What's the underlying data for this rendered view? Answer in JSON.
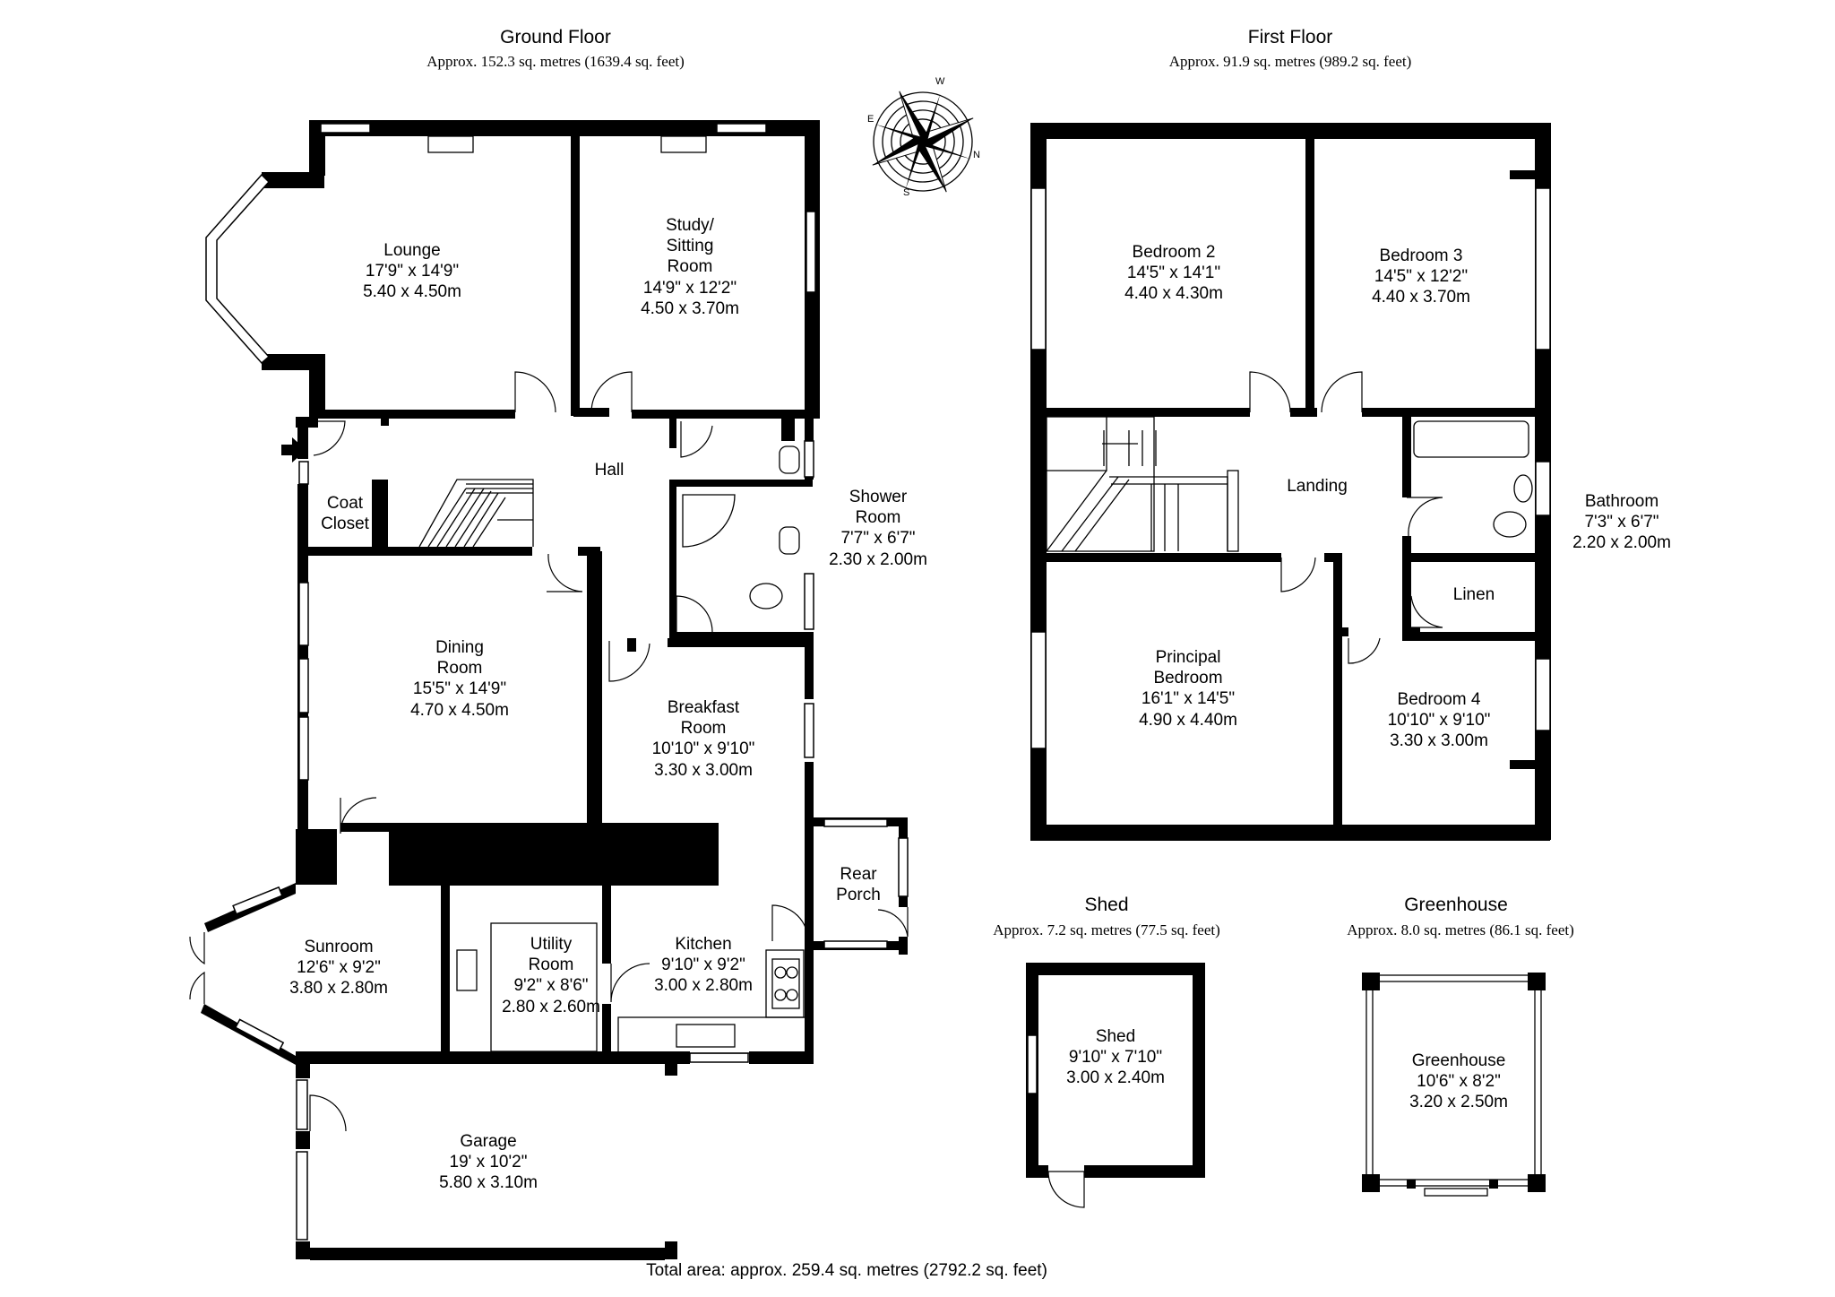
{
  "floors": {
    "ground": {
      "title": "Ground Floor",
      "area": "Approx. 152.3 sq. metres (1639.4 sq. feet)"
    },
    "first": {
      "title": "First Floor",
      "area": "Approx. 91.9 sq. metres (989.2 sq. feet)"
    },
    "shed": {
      "title": "Shed",
      "area": "Approx. 7.2 sq. metres (77.5 sq. feet)"
    },
    "greenhouse": {
      "title": "Greenhouse",
      "area": "Approx. 8.0 sq. metres (86.1 sq. feet)"
    }
  },
  "rooms": {
    "lounge": {
      "name": "Lounge",
      "imperial": "17'9\" x 14'9\"",
      "metric": "5.40 x 4.50m"
    },
    "study": {
      "name": "Study/\nSitting\nRoom",
      "imperial": "14'9\" x 12'2\"",
      "metric": "4.50 x 3.70m"
    },
    "hall": {
      "name": "Hall"
    },
    "coat_closet": {
      "name": "Coat\nCloset"
    },
    "shower_room": {
      "name": "Shower\nRoom",
      "imperial": "7'7\" x 6'7\"",
      "metric": "2.30 x 2.00m"
    },
    "dining": {
      "name": "Dining\nRoom",
      "imperial": "15'5\" x 14'9\"",
      "metric": "4.70 x 4.50m"
    },
    "breakfast": {
      "name": "Breakfast\nRoom",
      "imperial": "10'10\" x 9'10\"",
      "metric": "3.30 x 3.00m"
    },
    "rear_porch": {
      "name": "Rear\nPorch"
    },
    "sunroom": {
      "name": "Sunroom",
      "imperial": "12'6\" x 9'2\"",
      "metric": "3.80 x 2.80m"
    },
    "utility": {
      "name": "Utility\nRoom",
      "imperial": "9'2\" x 8'6\"",
      "metric": "2.80 x 2.60m"
    },
    "kitchen": {
      "name": "Kitchen",
      "imperial": "9'10\" x 9'2\"",
      "metric": "3.00 x 2.80m"
    },
    "garage": {
      "name": "Garage",
      "imperial": "19' x 10'2\"",
      "metric": "5.80 x 3.10m"
    },
    "bedroom2": {
      "name": "Bedroom 2",
      "imperial": "14'5\" x 14'1\"",
      "metric": "4.40 x 4.30m"
    },
    "bedroom3": {
      "name": "Bedroom 3",
      "imperial": "14'5\" x 12'2\"",
      "metric": "4.40 x 3.70m"
    },
    "landing": {
      "name": "Landing"
    },
    "bathroom": {
      "name": "Bathroom",
      "imperial": "7'3\" x 6'7\"",
      "metric": "2.20 x 2.00m"
    },
    "linen": {
      "name": "Linen"
    },
    "principal": {
      "name": "Principal\nBedroom",
      "imperial": "16'1\" x 14'5\"",
      "metric": "4.90 x 4.40m"
    },
    "bedroom4": {
      "name": "Bedroom 4",
      "imperial": "10'10\" x 9'10\"",
      "metric": "3.30 x 3.00m"
    },
    "shed": {
      "name": "Shed",
      "imperial": "9'10\" x 7'10\"",
      "metric": "3.00 x 2.40m"
    },
    "greenhouse": {
      "name": "Greenhouse",
      "imperial": "10'6\" x 8'2\"",
      "metric": "3.20 x 2.50m"
    }
  },
  "compass": {
    "letters": [
      "W",
      "N",
      "E",
      "S"
    ]
  },
  "total_area": "Total area: approx. 259.4 sq. metres (2792.2 sq. feet)"
}
